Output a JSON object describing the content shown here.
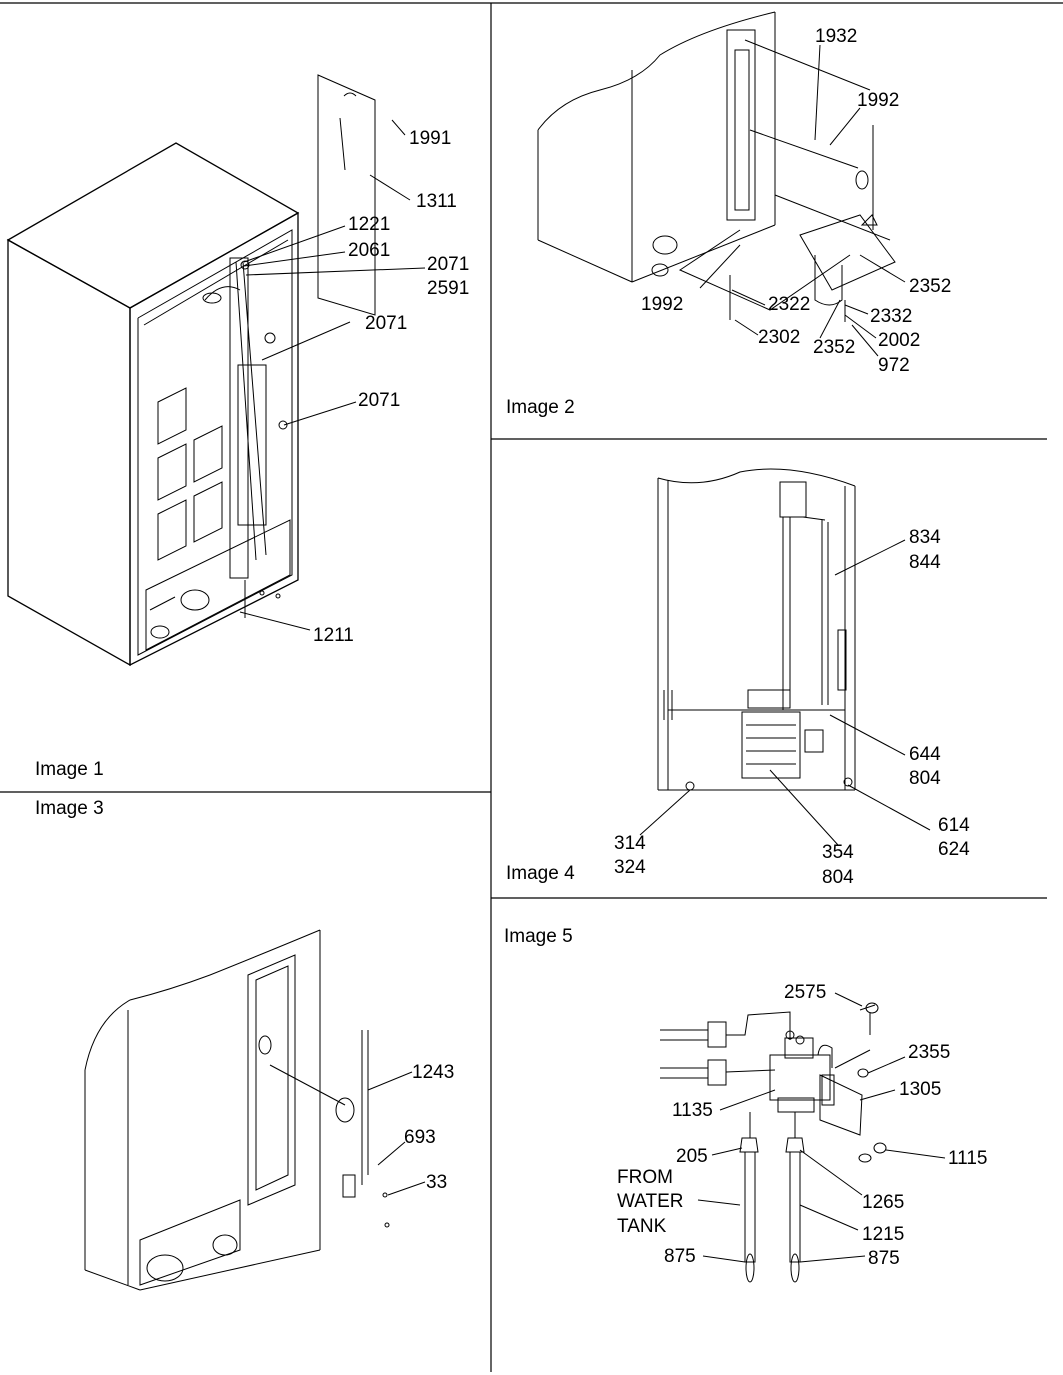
{
  "panels": [
    {
      "id": "image1",
      "caption": "Image 1",
      "callouts": [
        "1991",
        "1311",
        "1221",
        "2061",
        "2071",
        "2591",
        "2071",
        "2071",
        "1211"
      ]
    },
    {
      "id": "image2",
      "caption": "Image 2",
      "callouts": [
        "1932",
        "1992",
        "2352",
        "1992",
        "2322",
        "2332",
        "2002",
        "2302",
        "2352",
        "972"
      ]
    },
    {
      "id": "image3",
      "caption": "Image 3",
      "callouts": [
        "1243",
        "693",
        "33"
      ]
    },
    {
      "id": "image4",
      "caption": "Image 4",
      "callouts": [
        "834",
        "844",
        "644",
        "804",
        "614",
        "624",
        "314",
        "324",
        "354",
        "804"
      ]
    },
    {
      "id": "image5",
      "caption": "Image 5",
      "callouts": [
        "2575",
        "2355",
        "1305",
        "1135",
        "1115",
        "205",
        "1265",
        "FROM",
        "WATER",
        "TANK",
        "1215",
        "875",
        "875"
      ]
    }
  ]
}
